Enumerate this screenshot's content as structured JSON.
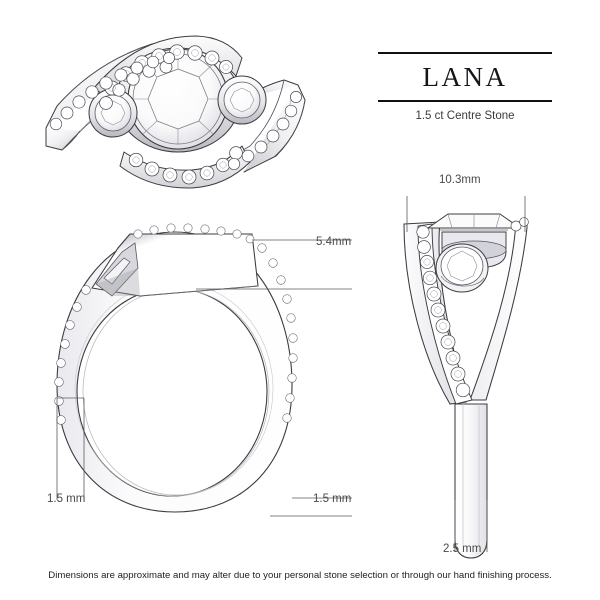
{
  "document": {
    "background_color": "#ffffff",
    "line_color": "#3c3c40",
    "text_color": "#1e1e20"
  },
  "title_block": {
    "brand": "LANA",
    "subtitle": "1.5 ct Centre Stone"
  },
  "dimensions": {
    "top_width": "5.4mm",
    "band_width_left": "1.5 mm",
    "band_width_right": "1.5 mm",
    "head_width": "10.3mm",
    "shank_width": "2.5 mm"
  },
  "views": {
    "perspective": "three-quarter-view-ring",
    "side_profile": "side-profile-view-ring",
    "front_elevation": "front-elevation-view-ring"
  },
  "footer": {
    "disclaimer": "Dimensions are approximate and may alter due to your personal stone selection or through our hand finishing process."
  }
}
